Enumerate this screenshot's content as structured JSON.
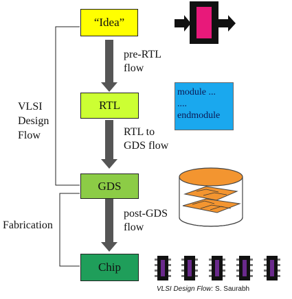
{
  "stages": {
    "idea": "“Idea”",
    "rtl": "RTL",
    "gds": "GDS",
    "chip": "Chip"
  },
  "arrows": {
    "pre_rtl": [
      "pre-RTL",
      "flow"
    ],
    "rtl_to_gds": [
      "RTL to",
      "GDS flow"
    ],
    "post_gds": [
      "post-GDS",
      "flow"
    ]
  },
  "side_labels": {
    "vlsi_design_flow": [
      "VLSI",
      "Design",
      "Flow"
    ],
    "fabrication": "Fabrication"
  },
  "code_snippet": [
    "module ...",
    "....",
    "endmodule"
  ],
  "caption": {
    "title": "VLSI Design Flow:",
    "author": "S. Saurabh"
  },
  "colors": {
    "idea_fill": "#ffff00",
    "rtl_fill": "#ccff33",
    "gds_fill": "#8ccc46",
    "chip_fill": "#1f9e5a",
    "arrow": "#555555",
    "code_box": "#1aa8ee",
    "chip_package": "#111111",
    "chip_die": "#6a2a8c",
    "idea_block": "#e8197a",
    "layer": "#f39530"
  }
}
